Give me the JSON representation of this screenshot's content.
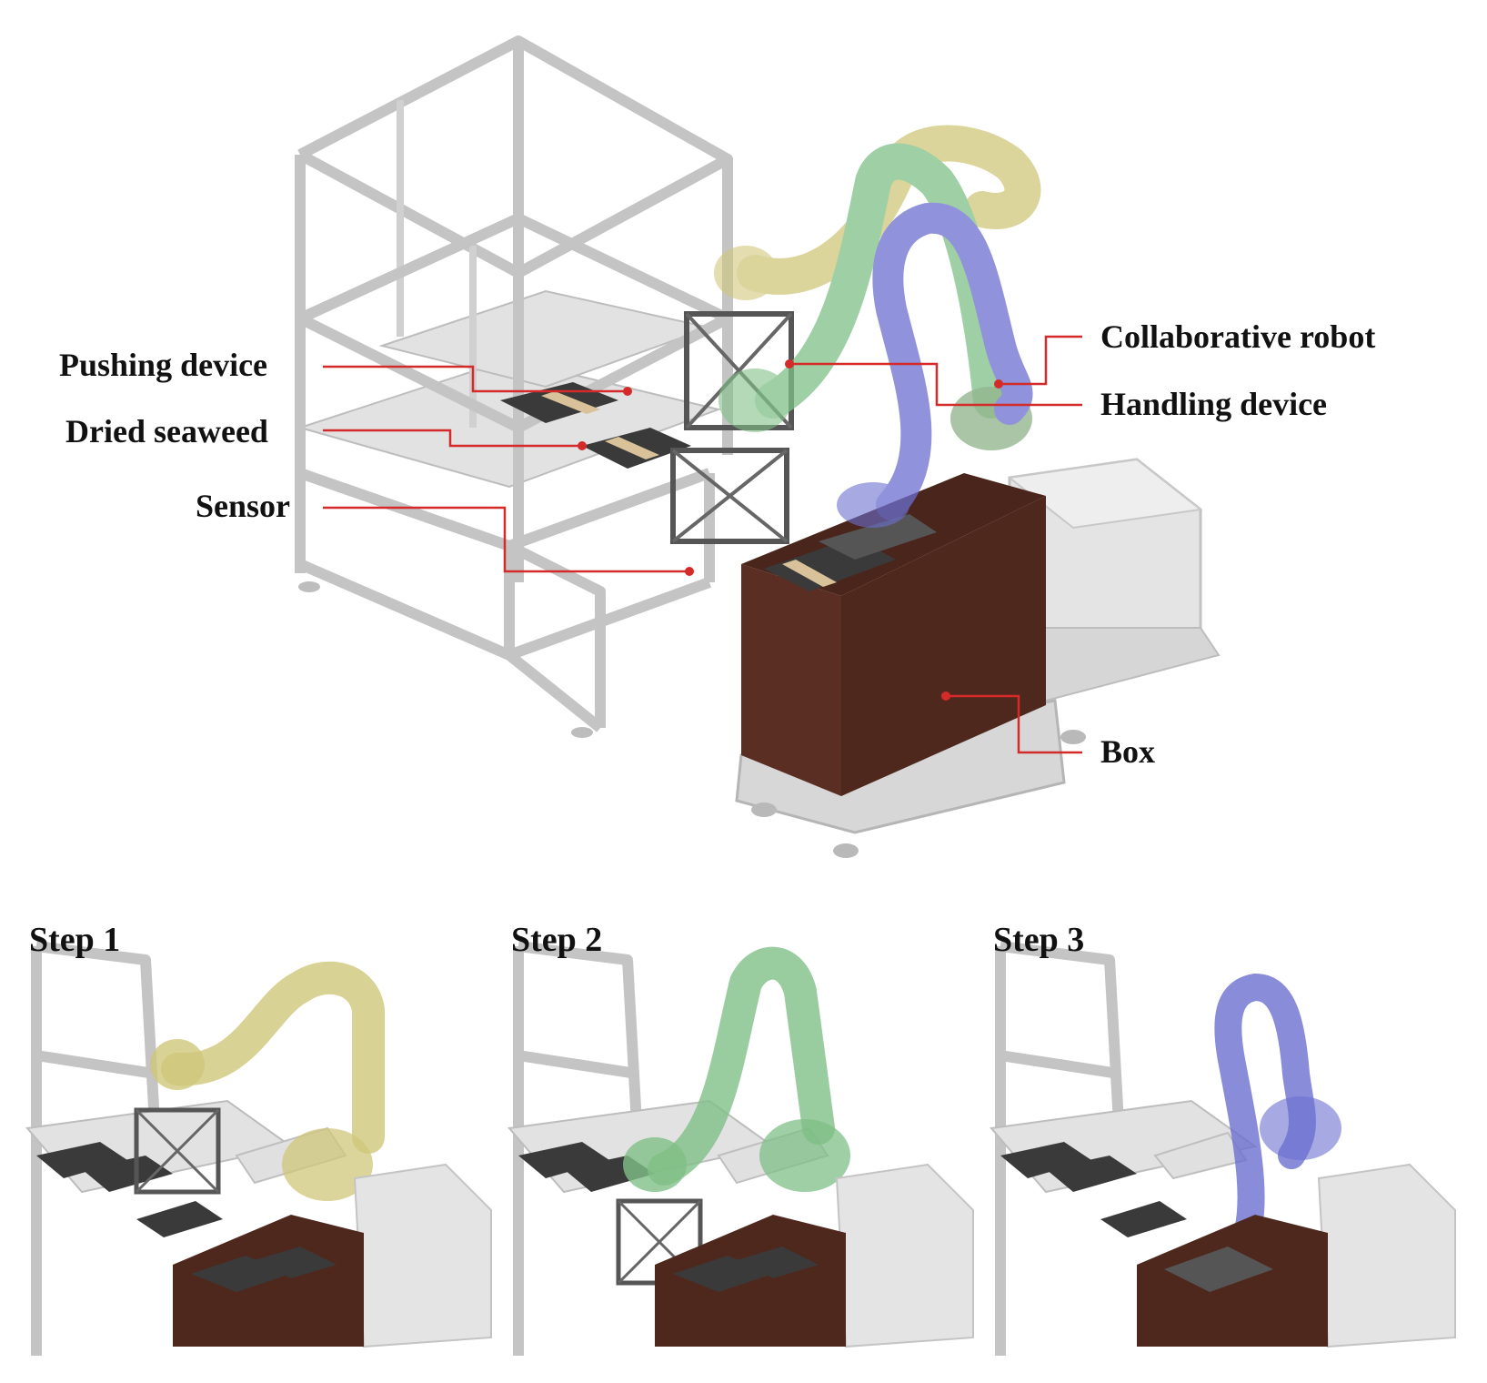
{
  "labels": {
    "pushing_device": "Pushing device",
    "dried_seaweed": "Dried seaweed",
    "sensor": "Sensor",
    "collaborative_robot": "Collaborative robot",
    "handling_device": "Handling device",
    "box": "Box"
  },
  "steps": [
    {
      "label": "Step 1",
      "robot_color": "#cfc77a"
    },
    {
      "label": "Step 2",
      "robot_color": "#7fbf86"
    },
    {
      "label": "Step 3",
      "robot_color": "#6c6fd0"
    }
  ],
  "colors": {
    "frame": "#c4c4c4",
    "box": "#5a2e22",
    "seaweed": "#3a3a3a",
    "band": "#d9c29a",
    "leader": "#d42a2a",
    "robot_yellow": "#cfc77a",
    "robot_green": "#7fbf86",
    "robot_blue": "#6c6fd0",
    "amr": "#e4e4e4"
  }
}
